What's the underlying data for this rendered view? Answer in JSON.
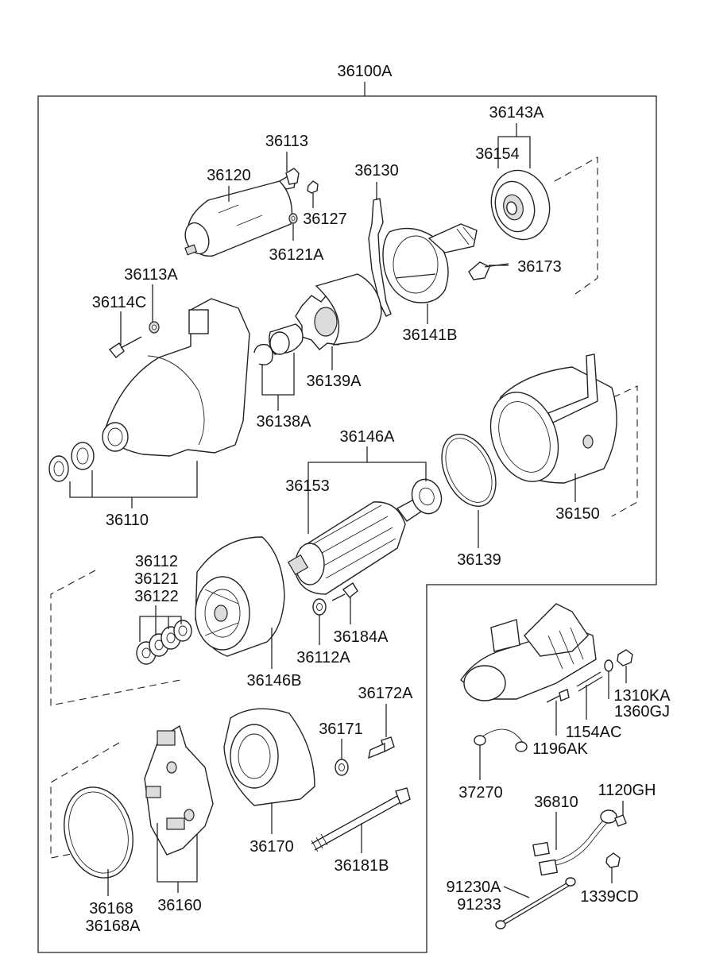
{
  "labels": {
    "36100A": "36100A",
    "36143A": "36143A",
    "36154": "36154",
    "36113": "36113",
    "36130": "36130",
    "36120": "36120",
    "36127": "36127",
    "36121A": "36121A",
    "36173": "36173",
    "36113A": "36113A",
    "36114C": "36114C",
    "36141B": "36141B",
    "36139A": "36139A",
    "36138A": "36138A",
    "36146A": "36146A",
    "36153": "36153",
    "36150": "36150",
    "36110": "36110",
    "36139": "36139",
    "36112": "36112",
    "36121": "36121",
    "36122": "36122",
    "36184A": "36184A",
    "36112A": "36112A",
    "36146B": "36146B",
    "36172A": "36172A",
    "1310KA": "1310KA",
    "1360GJ": "1360GJ",
    "1154AC": "1154AC",
    "36171": "36171",
    "1196AK": "1196AK",
    "37270": "37270",
    "1120GH": "1120GH",
    "36810": "36810",
    "36170": "36170",
    "36181B": "36181B",
    "91230A": "91230A",
    "91233": "91233",
    "1339CD": "1339CD",
    "36168": "36168",
    "36168A": "36168A",
    "36160": "36160"
  }
}
